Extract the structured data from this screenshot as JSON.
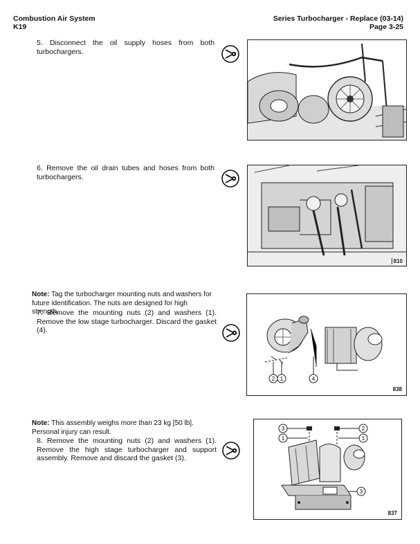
{
  "header": {
    "left_line1": "Combustion Air System",
    "left_line2": "K19",
    "right_line1": "Series Turbocharger - Replace (03-14)",
    "right_line2": "Page 3-25"
  },
  "steps": [
    {
      "text": "5. Disconnect the oil supply hoses from both turbochargers."
    },
    {
      "text": "6. Remove the oil drain tubes and hoses from both turbochargers."
    },
    {
      "note_label": "Note:",
      "note_text": " Tag the turbocharger mounting nuts and washers for future identification. The nuts are designed for high strength.",
      "text": "7. Remove the mounting nuts (2) and washers (1). Remove the low stage turbocharger. Discard the gasket (4)."
    },
    {
      "note_label": "Note:",
      "note_text": " This assembly weighs more than 23 kg [50 lb]. Personal injury can result.",
      "text": "8. Remove the mounting nuts (2) and washers (1). Remove the high stage turbocharger and support assembly. Remove and discard the gasket (3)."
    }
  ],
  "figures": [
    {
      "number": ""
    },
    {
      "number": "810"
    },
    {
      "number": "838",
      "callouts": [
        "2",
        "1",
        "4"
      ]
    },
    {
      "number": "837",
      "callouts": [
        "3",
        "1",
        "2",
        "1",
        "3"
      ]
    }
  ]
}
